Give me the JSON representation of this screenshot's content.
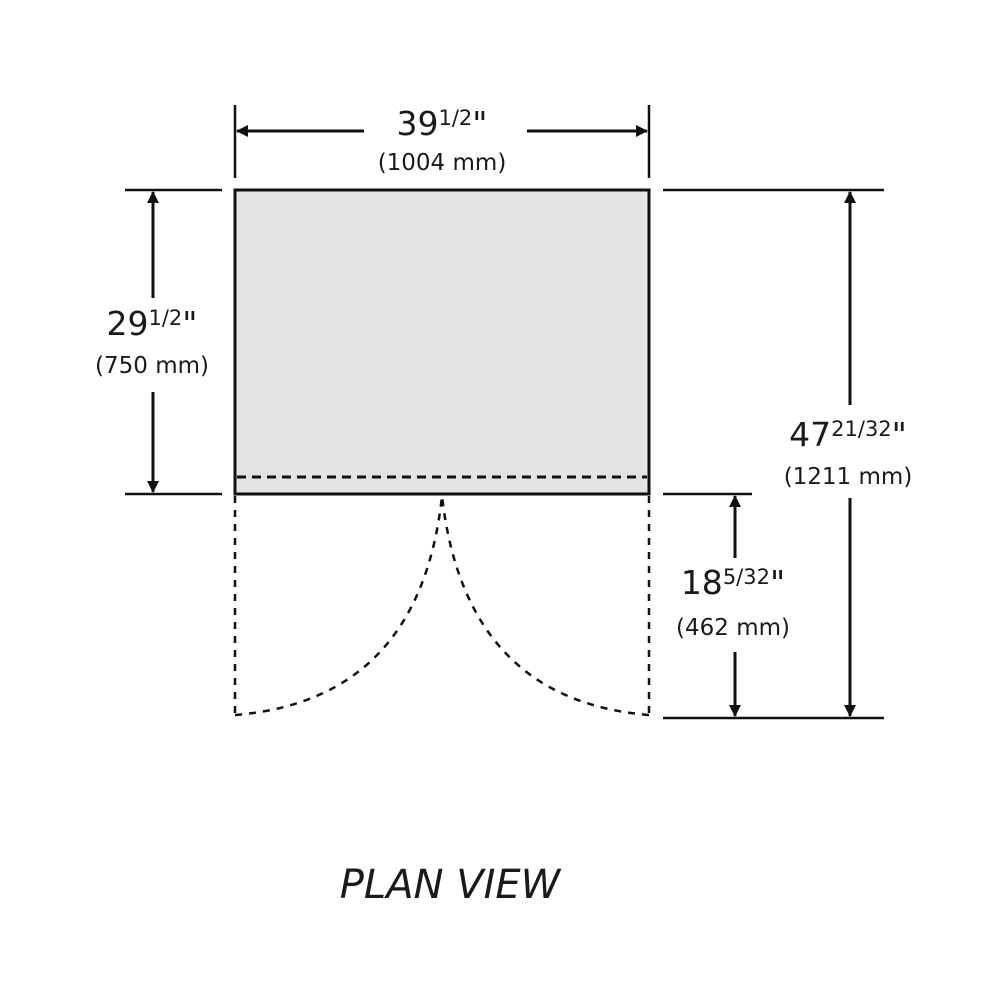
{
  "diagram": {
    "caption": "PLAN VIEW",
    "colors": {
      "cabinet_fill": "#e4e4e4",
      "line": "#111111"
    },
    "width_dim": {
      "whole": "39",
      "fraction": "1/2",
      "unit": "\"",
      "metric": "(1004 mm)"
    },
    "depth_dim": {
      "whole": "29",
      "fraction": "1/2",
      "unit": "\"",
      "metric": "(750 mm)"
    },
    "overall_dim": {
      "whole": "47",
      "fraction": "21/32",
      "unit": "\"",
      "metric": "(1211 mm)"
    },
    "door_dim": {
      "whole": "18",
      "fraction": "5/32",
      "unit": "\"",
      "metric": "(462 mm)"
    }
  }
}
